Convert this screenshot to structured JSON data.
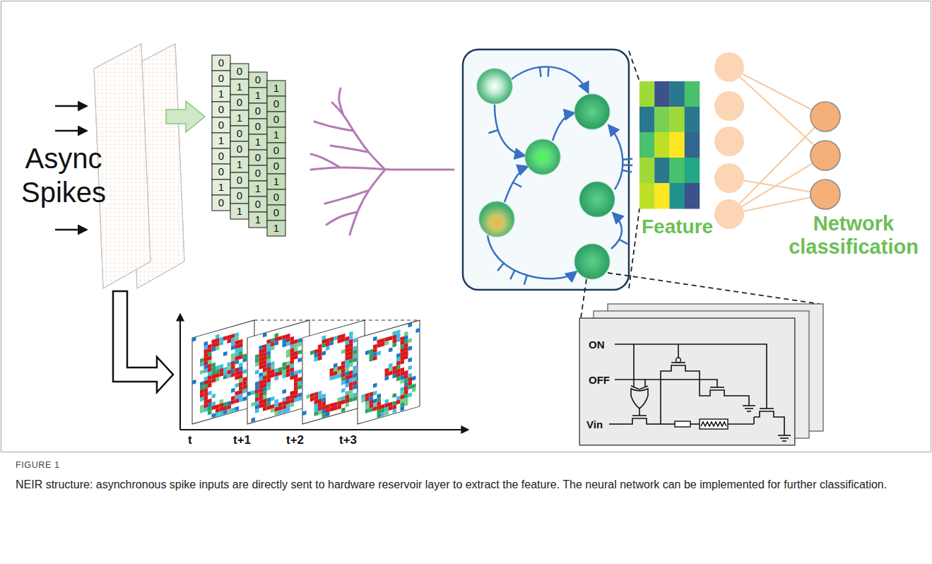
{
  "diagram": {
    "caption": "NEIR structure: asynchronous spike inputs are directly sent to hardware reservoir layer to extract the feature. The neural network can be implemented for further classification.",
    "nodes": [
      {
        "text": [
          "Feature"
        ]
      },
      {
        "text": [
          "ON",
          "OFF",
          "Vin"
        ]
      }
    ],
    "labels": [
      "Async Spikes",
      "0010010010",
      "0101001001",
      "0100100101",
      "1001001001",
      "t",
      "t+1",
      "t+2",
      "t+3",
      "Network classification",
      "FIGURE 1"
    ]
  }
}
